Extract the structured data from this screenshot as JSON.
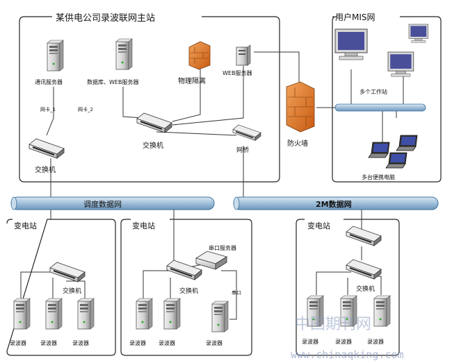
{
  "main_station": {
    "title": "某供电公司录波联网主站",
    "comm_server": "通讯服务器",
    "db_web_server": "数据库、WEB服务器",
    "phys_isolation": "物理隔离",
    "web_server": "WEB服务器",
    "port1": "网卡_1",
    "port2": "网卡_2",
    "switch_center": "交换机",
    "switch_left": "交换机",
    "bridge": "网桥"
  },
  "firewall": "防火墙",
  "mis": {
    "title": "用户MIS网",
    "workstations": "多个工作站",
    "laptops": "多台便携电脑"
  },
  "networks": {
    "dispatch": "调度数据网",
    "net2m": "2M数据网"
  },
  "substations": [
    {
      "title": "变电站",
      "switch": "交换机",
      "recorders": [
        "录波器",
        "录波器",
        "录波器"
      ]
    },
    {
      "title": "变电站",
      "switch": "交换机",
      "serial_server": "串口服务器",
      "serial_port": "串口",
      "recorders": [
        "录波器",
        "录波器",
        "录波器"
      ]
    },
    {
      "title": "变电站",
      "switch": "交换机",
      "recorders": [
        "录波器",
        "录波器",
        "录波器"
      ]
    }
  ],
  "watermark": {
    "cn": "中国期刊网",
    "url": "www.chinaqking.com"
  },
  "colors": {
    "bus": "#9fbfd9",
    "bus_edge": "#3a6f99",
    "firewall": "#e0781f",
    "monitor": "#4a4f9a",
    "device": "#d9d9d9",
    "watermark": "#8a9bc0"
  }
}
